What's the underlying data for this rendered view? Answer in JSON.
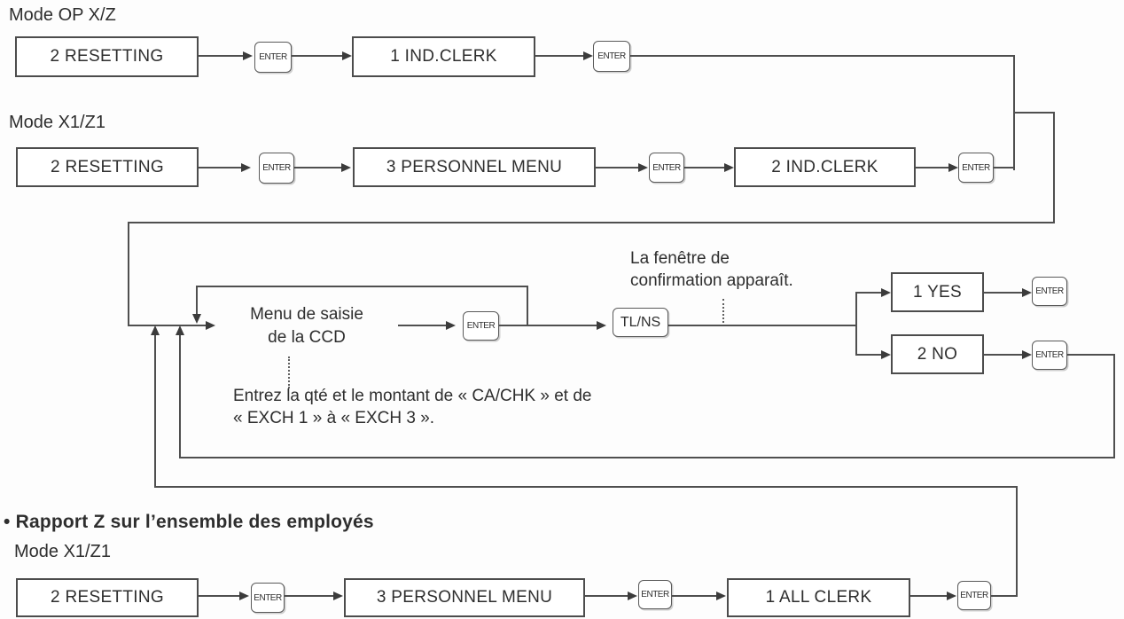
{
  "colors": {
    "ink": "#2e2e2e",
    "line": "#4f4f4f",
    "background": "#fdfdfd"
  },
  "keys": {
    "enter": "ENTER",
    "total": "TL/NS"
  },
  "row_op": {
    "heading": "Mode OP X/Z",
    "box1": "2 RESETTING",
    "box2": "1 IND.CLERK"
  },
  "row_x1z1": {
    "heading": "Mode X1/Z1",
    "box1": "2 RESETTING",
    "box2": "3 PERSONNEL MENU",
    "box3": "2 IND.CLERK"
  },
  "middle": {
    "ccd_menu_line1": "Menu de saisie",
    "ccd_menu_line2": "de la CCD",
    "ccd_note_line1": "Entrez la qté et le montant de « CA/CHK » et de",
    "ccd_note_line2": "« EXCH 1 » à « EXCH 3 ».",
    "confirm_note_line1": "La fenêtre de",
    "confirm_note_line2": "confirmation apparaît.",
    "yes_box": "1 YES",
    "no_box": "2 NO"
  },
  "row_all_clerk": {
    "bullet": "•",
    "heading": "Rapport Z sur l’ensemble des employés",
    "mode_heading": "Mode X1/Z1",
    "box1": "2 RESETTING",
    "box2": "3 PERSONNEL MENU",
    "box3": "1 ALL CLERK"
  }
}
